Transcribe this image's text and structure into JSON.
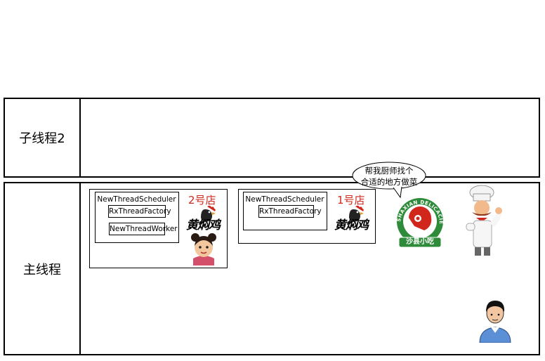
{
  "lanes": {
    "child": {
      "label": "子线程2"
    },
    "main": {
      "label": "主线程"
    }
  },
  "store2": {
    "scheduler": "NewThreadScheduler",
    "factory": "RxThreadFactory",
    "worker": "NewThreadWorker",
    "store_label": "2号店",
    "logo_text": "黄焖鸡"
  },
  "store1": {
    "scheduler": "NewThreadScheduler",
    "factory": "RxThreadFactory",
    "store_label": "1号店",
    "logo_text": "黄焖鸡"
  },
  "speech_bubble": {
    "line1": "帮我厨师找个",
    "line2": "合适的地方做菜"
  },
  "shaxian_logo": {
    "arc_text": "SHAXIAN DELICACIES",
    "banner_text": "沙县小吃"
  },
  "colors": {
    "accent_red": "#d0261c",
    "logo_green": "#2e8b3a",
    "shirt_blue": "#5b8fd6"
  }
}
